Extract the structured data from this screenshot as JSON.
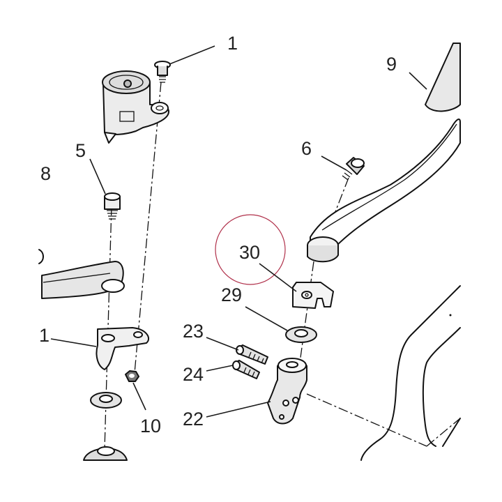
{
  "callouts": {
    "c1_top": "1",
    "c1_left": "1",
    "c5": "5",
    "c6": "6",
    "c8": "8",
    "c9": "9",
    "c10": "10",
    "c22": "22",
    "c23": "23",
    "c24": "24",
    "c29": "29",
    "c30": "30"
  },
  "colors": {
    "line": "#111111",
    "shade": "#d9d9d9",
    "highlight_circle": "#b0304a"
  }
}
